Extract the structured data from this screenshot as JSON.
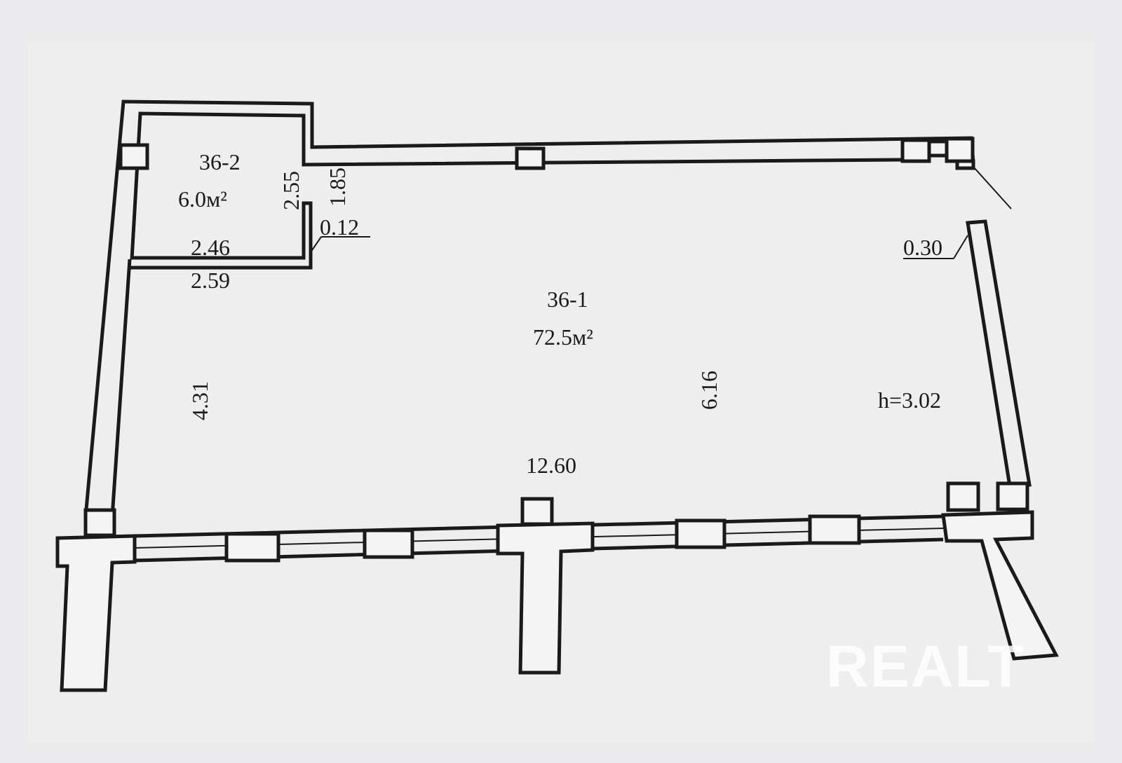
{
  "rooms": [
    {
      "id": "36-2",
      "area": "6.0м²"
    },
    {
      "id": "36-1",
      "area": "72.5м²"
    }
  ],
  "dimensions": {
    "room2_height": "2.55",
    "opening": "1.85",
    "partition_thickness": "0.12",
    "room2_inner_width": "2.46",
    "room2_outer_width": "2.59",
    "left_wall_length": "4.31",
    "room1_depth": "6.16",
    "room1_length": "12.60",
    "right_wall_thickness": "0.30",
    "ceiling_height": "h=3.02"
  },
  "watermark": "REALT"
}
